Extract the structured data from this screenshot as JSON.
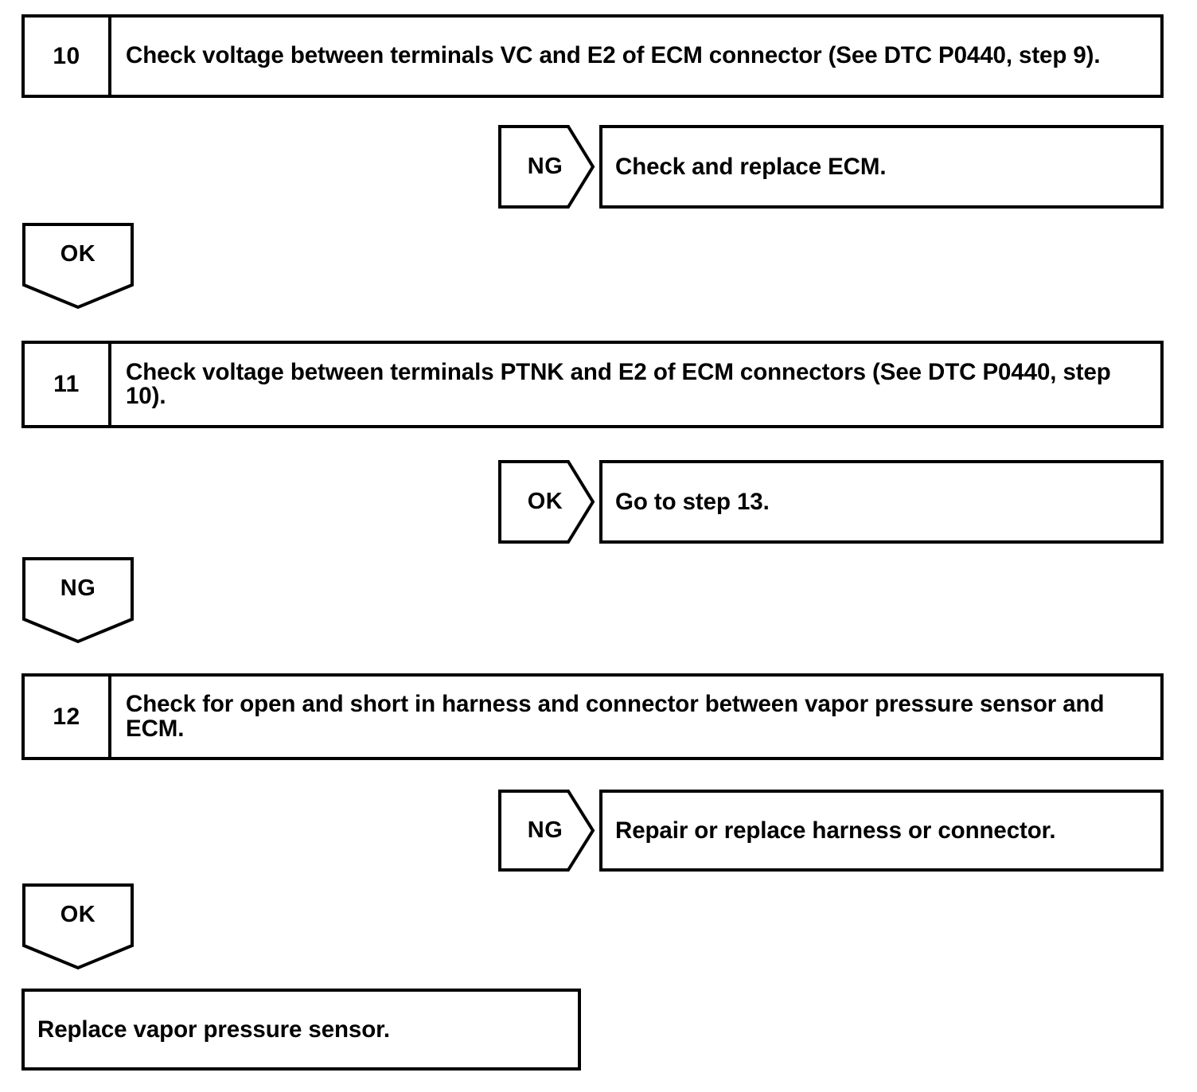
{
  "document": {
    "type": "diagnostic-flowchart",
    "title": "Vapor pressure sensor / ECM diagnostic steps 10-12"
  },
  "colors": {
    "ink": "#000000",
    "paper": "#ffffff"
  },
  "steps": [
    {
      "number": "10",
      "text": "Check voltage between terminals VC and E2 of ECM connector (See DTC P0440, step 9).",
      "branch": {
        "tag": "NG",
        "result": "Check and replace ECM."
      },
      "pass": {
        "tag": "OK"
      }
    },
    {
      "number": "11",
      "text": "Check voltage between terminals PTNK and E2 of ECM connectors (See DTC P0440, step 10).",
      "branch": {
        "tag": "OK",
        "result": "Go to step 13."
      },
      "pass": {
        "tag": "NG"
      }
    },
    {
      "number": "12",
      "text": "Check for open and short in harness and connector between vapor pressure sensor and ECM.",
      "branch": {
        "tag": "NG",
        "result": "Repair or replace harness or connector."
      },
      "pass": {
        "tag": "OK"
      }
    }
  ],
  "final": {
    "text": "Replace vapor pressure sensor."
  }
}
